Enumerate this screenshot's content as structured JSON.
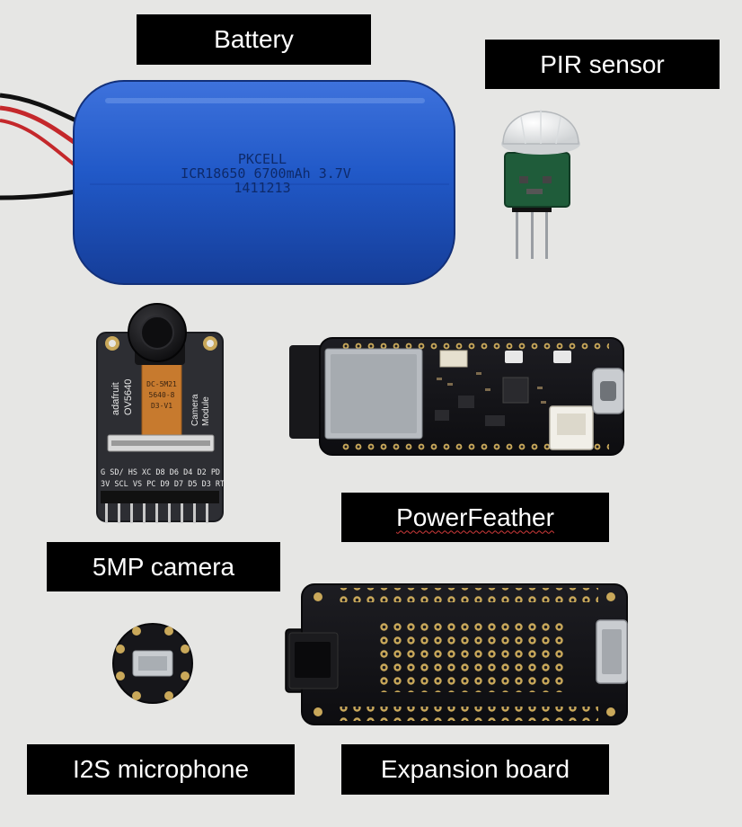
{
  "labels": {
    "battery": "Battery",
    "pir_sensor": "PIR sensor",
    "powerfeather": "PowerFeather",
    "camera": "5MP camera",
    "microphone": "I2S microphone",
    "expansion_board": "Expansion board"
  },
  "battery_print": {
    "brand": "PKCELL",
    "spec": "ICR18650 6700mAh 3.7V",
    "code": "1411213"
  },
  "camera_print": {
    "brand": "adafruit",
    "model": "OV5640",
    "module_line1": "Camera",
    "module_line2": "Module",
    "lens_marking_1": "DC-5M21",
    "lens_marking_2": "5640-8",
    "lens_marking_3": "D3-V1",
    "pins_top": "G SD/ HS XC D8 D6 D4 D2 PD",
    "pins_bottom": "3V SCL VS PC D9 D7 D5 D3 RT"
  },
  "colors": {
    "background": "#e6e6e4",
    "label_bg": "#000000",
    "label_text": "#ffffff",
    "battery": "#1f55c6",
    "pcb": "#16161a",
    "pir_pcb": "#1f5c3a",
    "pin_gold": "#c9a85a",
    "usb_silver": "#c9ccd0"
  }
}
